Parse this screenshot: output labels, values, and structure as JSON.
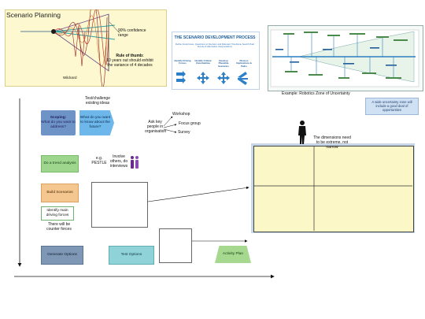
{
  "scenario_panel": {
    "title": "Scenario Planning",
    "confidence": "90% confidence range",
    "rule_heading": "Rule of thumb:",
    "rule_text": "10 years out should exhibit the variance of 4 decades",
    "wildcard": "Wildcard"
  },
  "process_card": {
    "title": "THE SCENARIO DEVELOPMENT PROCESS",
    "subtitle": "Define Focal Issue, Questions on Decision and Relevant Timeframe Search Past Events & Alternative Interpretations",
    "steps": [
      "Identify Driving Forces",
      "Identify Critical Uncertainties",
      "Develop Plausible Scenarios",
      "Discuss Implications & Paths"
    ]
  },
  "robotics": {
    "caption": "Example: Robotics Zone of Uncertainty"
  },
  "flow": {
    "test_challenge": "Test/challenge existing ideas",
    "scoping_title": "Scoping:",
    "scoping_text": "What do you want to address?",
    "future": "What do you want to know about the future?",
    "ask_key": "Ask key people in organisation",
    "workshop": "Workshop",
    "focus_group": "Focus group",
    "survey": "Survey",
    "trend": "Do a trend analysis",
    "pestle": "e.g. PESTLE",
    "involve": "Involve others, do interviews",
    "build": "Build Scenarios",
    "drivers": "Identify main driving forces",
    "counter": "There will be counter forces",
    "generate": "Generate Options",
    "test_options": "Test Options",
    "action_plan": "Activity Plan"
  },
  "matrix": {
    "note": "A wide uncertainty zone will include a good deal of opportunities",
    "dimensions": "The dimensions need to be extreme, not narrow"
  },
  "colors": {
    "panel_bg": "#fdf8cf",
    "scoping": "#6e93c7",
    "future": "#6db7ea",
    "trend": "#9fd68e",
    "build": "#f3c78f",
    "generate": "#7d97b4",
    "test": "#8fd2d8",
    "action": "#a6d88f",
    "matrix": "#fbf7c7"
  }
}
